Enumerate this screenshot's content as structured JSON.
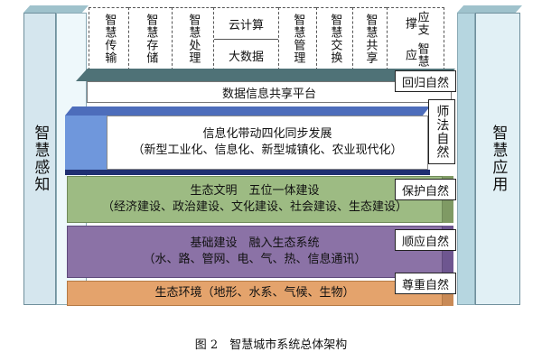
{
  "left_pillar": {
    "label": "智慧感知"
  },
  "right_pillar": {
    "label": "智慧应用"
  },
  "top_modules": [
    {
      "label": "智慧传输"
    },
    {
      "label": "智慧存储"
    },
    {
      "label": "智慧处理"
    },
    {
      "label": "云计算"
    },
    {
      "label": "大数据"
    },
    {
      "label": "智慧管理"
    },
    {
      "label": "智慧交换"
    },
    {
      "label": "智慧共享"
    },
    {
      "label": "智慧应",
      "label2": "应支撑"
    }
  ],
  "platform": {
    "label": "数据信息共享平台"
  },
  "layers": [
    {
      "line1": "信息化带动四化同步发展",
      "line2": "（新型工业化、信息化、新型城镇化、农业现代化）",
      "color": "#ffffff"
    },
    {
      "line1": "生态文明　五位一体建设",
      "line2": "（经济建设、政治建设、文化建设、社会建设、生态建设）",
      "color": "#9dbb83"
    },
    {
      "line1": "基础建设　融入生态系统",
      "line2": "（水、路、管网、电、气、热、信息通讯）",
      "color": "#8b72a6"
    },
    {
      "line1": "生态环境（地形、水系、气候、生物）",
      "color": "#e4a36c"
    }
  ],
  "tags": {
    "return_nature": "回归自然",
    "learn_nature": "师法自然",
    "protect_nature": "保护自然",
    "adapt_nature": "顺应自然",
    "respect_nature": "尊重自然"
  },
  "caption": "图 2　智慧城市系统总体架构"
}
